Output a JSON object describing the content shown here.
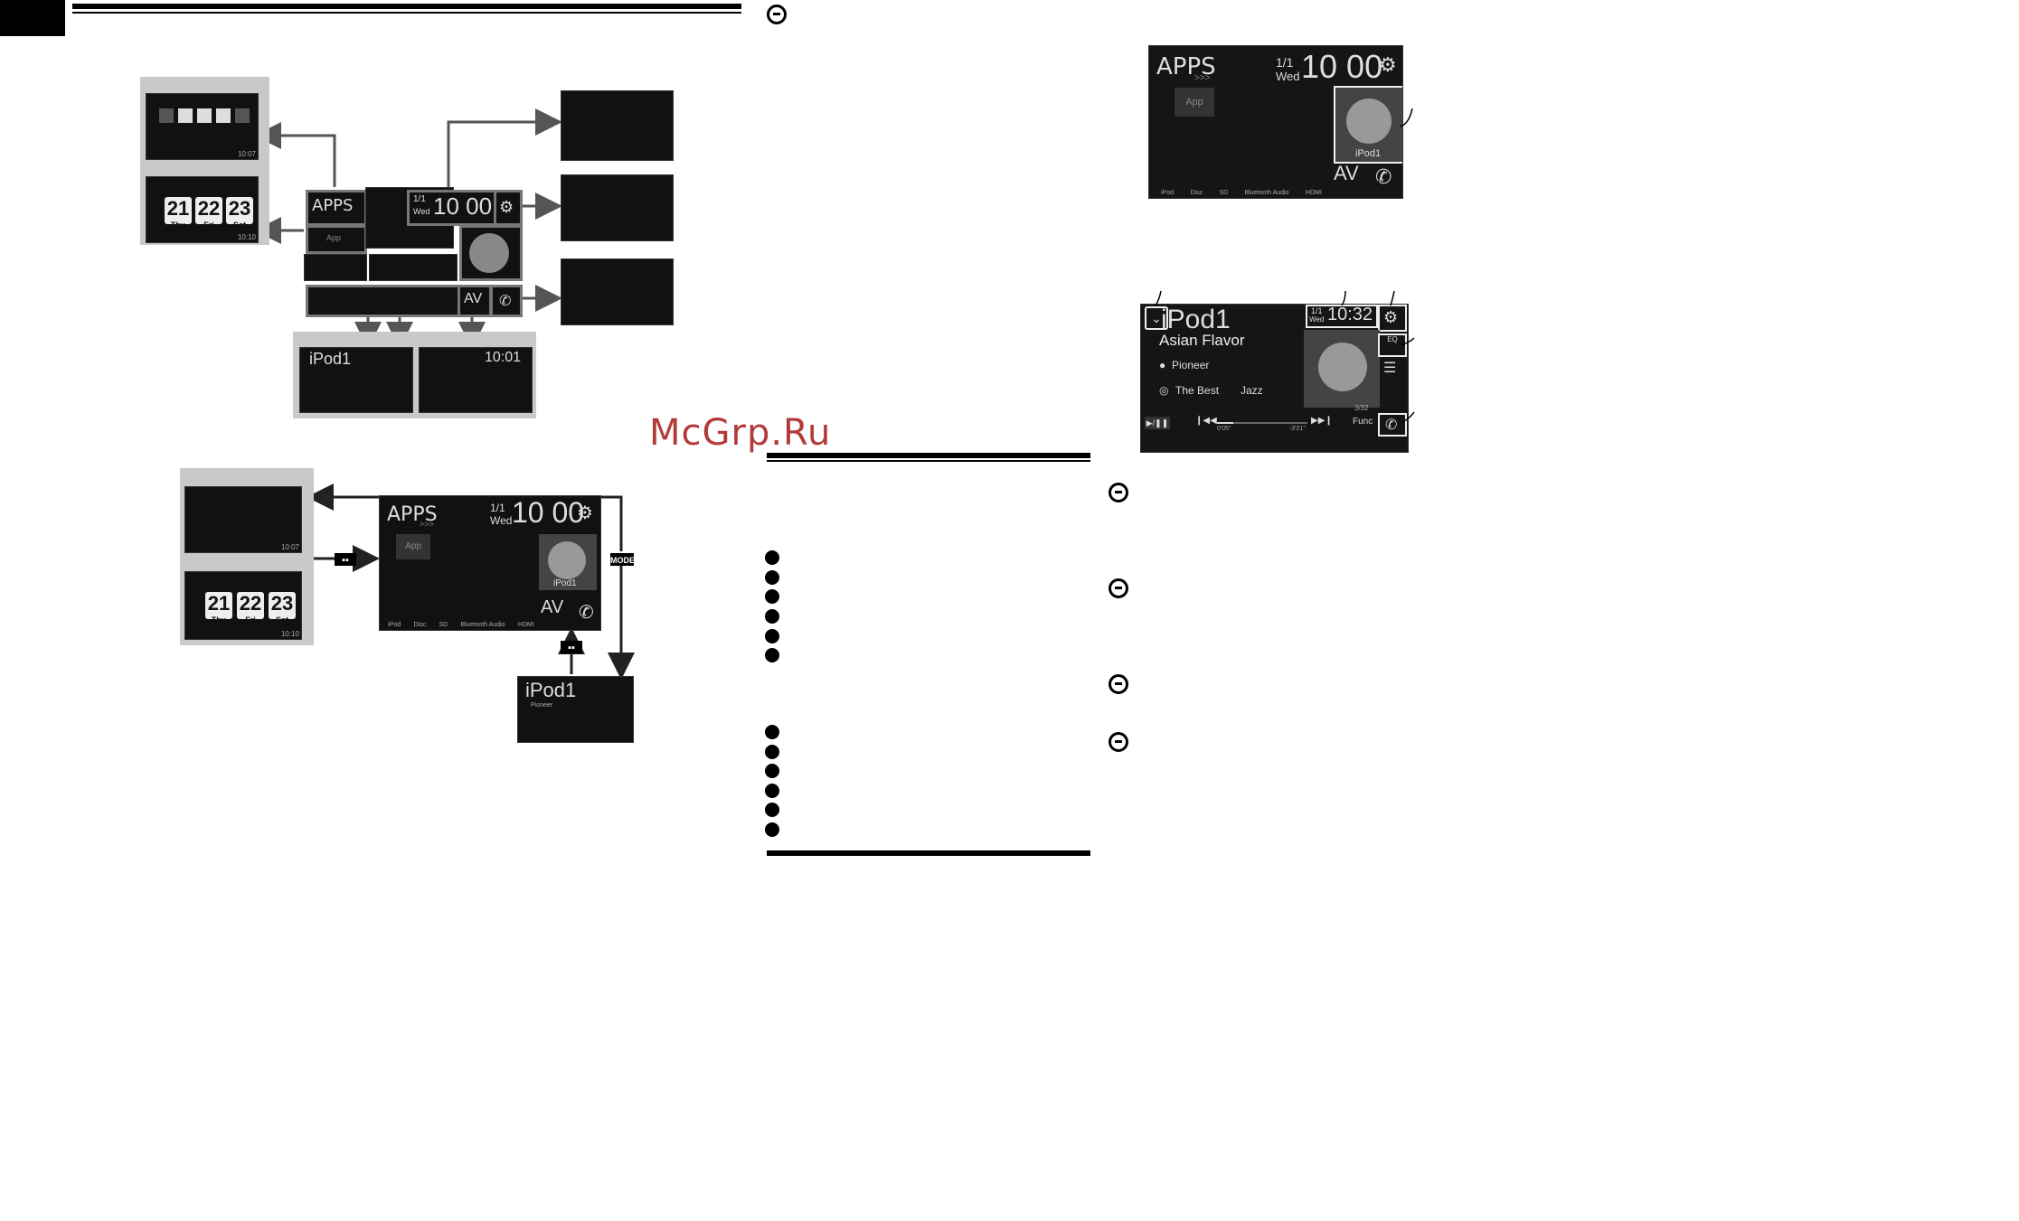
{
  "watermark": "McGrp.Ru",
  "home": {
    "apps": "APPS",
    "apps_arrows": ">>>",
    "app_button": "App",
    "date": "1/1",
    "weekday": "Wed",
    "time": "10 00",
    "album_label": "iPod1",
    "sources": [
      "iPod",
      "Disc",
      "SD",
      "Bluetooth Audio",
      "HDMI"
    ],
    "av": "AV"
  },
  "calendar": {
    "days": [
      {
        "d": "21",
        "w": "Thu"
      },
      {
        "d": "22",
        "w": "Fri"
      },
      {
        "d": "23",
        "w": "Sat"
      }
    ],
    "status_time": "10:10",
    "menu_status_time": "10:07"
  },
  "av_screen": {
    "time": "10:01"
  },
  "mode_key": "MODE",
  "ipod": {
    "source": "iPod1",
    "title": "Asian Flavor",
    "artist": "Pioneer",
    "album": "The Best",
    "genre": "Jazz",
    "date": "1/1",
    "weekday": "Wed",
    "time": "10:32",
    "eq": "EQ",
    "track": "3/32",
    "elapsed": "0'05\"",
    "remaining": "-3'21\"",
    "func": "Func",
    "progress": 0.18
  }
}
